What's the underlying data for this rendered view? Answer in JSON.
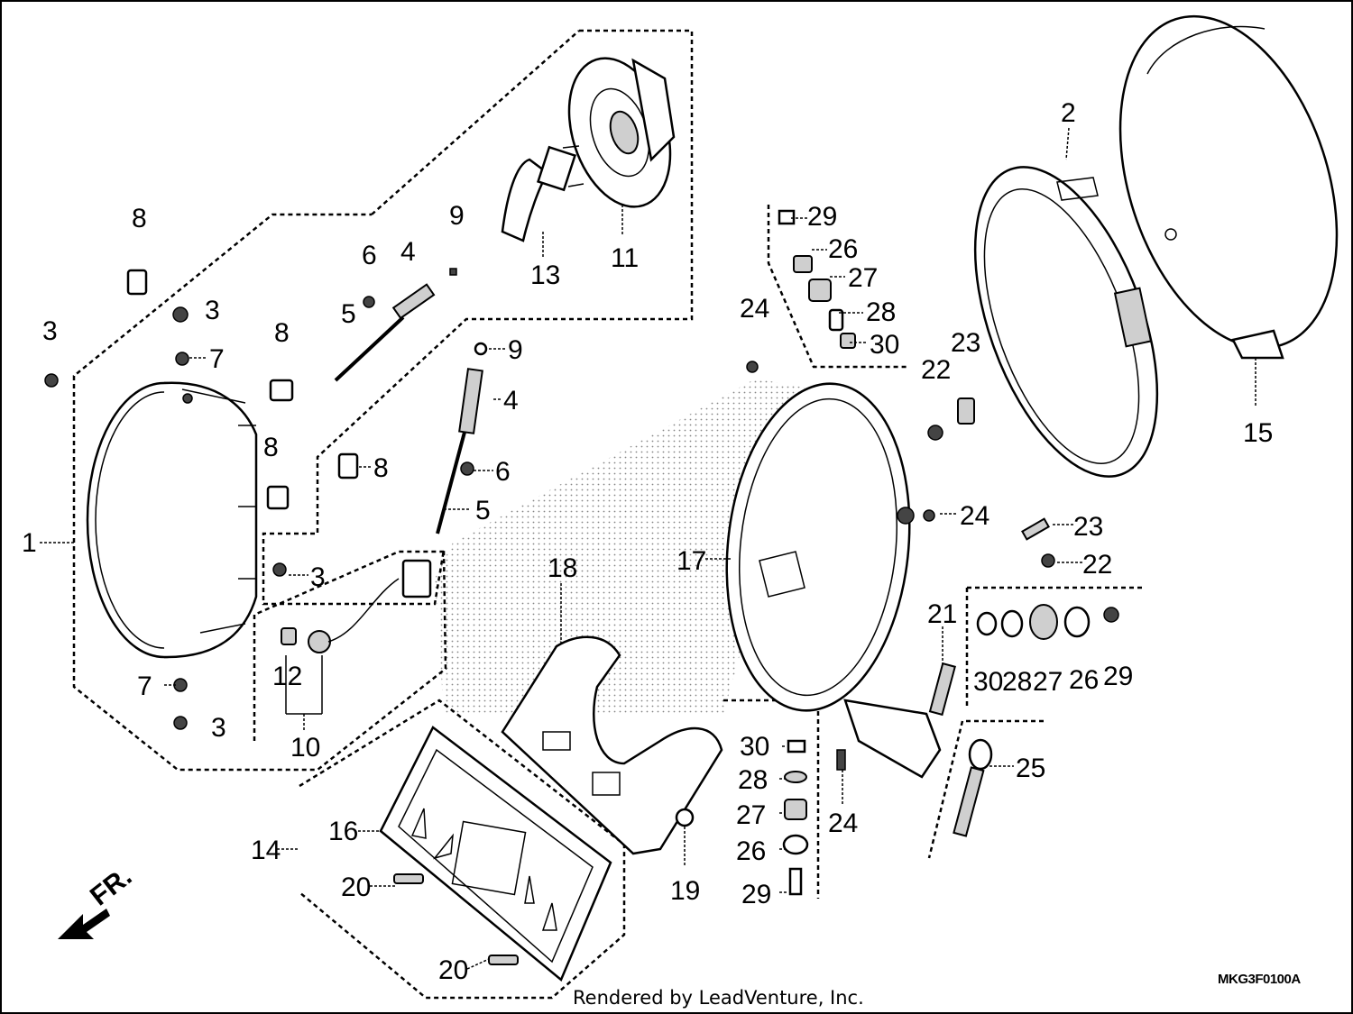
{
  "diagram": {
    "front_indicator": "FR.",
    "diagram_code": "MKG3F0100A",
    "credit": "Rendered by LeadVenture, Inc.",
    "callouts": [
      {
        "id": "c1",
        "label": "1"
      },
      {
        "id": "c2",
        "label": "2"
      },
      {
        "id": "c3a",
        "label": "3"
      },
      {
        "id": "c3b",
        "label": "3"
      },
      {
        "id": "c3c",
        "label": "3"
      },
      {
        "id": "c3d",
        "label": "3"
      },
      {
        "id": "c4a",
        "label": "4"
      },
      {
        "id": "c4b",
        "label": "4"
      },
      {
        "id": "c5a",
        "label": "5"
      },
      {
        "id": "c5b",
        "label": "5"
      },
      {
        "id": "c6a",
        "label": "6"
      },
      {
        "id": "c6b",
        "label": "6"
      },
      {
        "id": "c7a",
        "label": "7"
      },
      {
        "id": "c7b",
        "label": "7"
      },
      {
        "id": "c8a",
        "label": "8"
      },
      {
        "id": "c8b",
        "label": "8"
      },
      {
        "id": "c8c",
        "label": "8"
      },
      {
        "id": "c8d",
        "label": "8"
      },
      {
        "id": "c9a",
        "label": "9"
      },
      {
        "id": "c9b",
        "label": "9"
      },
      {
        "id": "c10",
        "label": "10"
      },
      {
        "id": "c11",
        "label": "11"
      },
      {
        "id": "c12",
        "label": "12"
      },
      {
        "id": "c13",
        "label": "13"
      },
      {
        "id": "c14",
        "label": "14"
      },
      {
        "id": "c15",
        "label": "15"
      },
      {
        "id": "c16",
        "label": "16"
      },
      {
        "id": "c17",
        "label": "17"
      },
      {
        "id": "c18",
        "label": "18"
      },
      {
        "id": "c19",
        "label": "19"
      },
      {
        "id": "c20a",
        "label": "20"
      },
      {
        "id": "c20b",
        "label": "20"
      },
      {
        "id": "c21",
        "label": "21"
      },
      {
        "id": "c22a",
        "label": "22"
      },
      {
        "id": "c22b",
        "label": "22"
      },
      {
        "id": "c23a",
        "label": "23"
      },
      {
        "id": "c23b",
        "label": "23"
      },
      {
        "id": "c24a",
        "label": "24"
      },
      {
        "id": "c24b",
        "label": "24"
      },
      {
        "id": "c24c",
        "label": "24"
      },
      {
        "id": "c25",
        "label": "25"
      },
      {
        "id": "c26a",
        "label": "26"
      },
      {
        "id": "c26b",
        "label": "26"
      },
      {
        "id": "c26c",
        "label": "26"
      },
      {
        "id": "c27a",
        "label": "27"
      },
      {
        "id": "c27b",
        "label": "27"
      },
      {
        "id": "c27c",
        "label": "27"
      },
      {
        "id": "c28a",
        "label": "28"
      },
      {
        "id": "c28b",
        "label": "28"
      },
      {
        "id": "c28c",
        "label": "28"
      },
      {
        "id": "c29a",
        "label": "29"
      },
      {
        "id": "c29b",
        "label": "29"
      },
      {
        "id": "c29c",
        "label": "29"
      },
      {
        "id": "c30a",
        "label": "30"
      },
      {
        "id": "c30b",
        "label": "30"
      },
      {
        "id": "c30c",
        "label": "30"
      }
    ]
  }
}
